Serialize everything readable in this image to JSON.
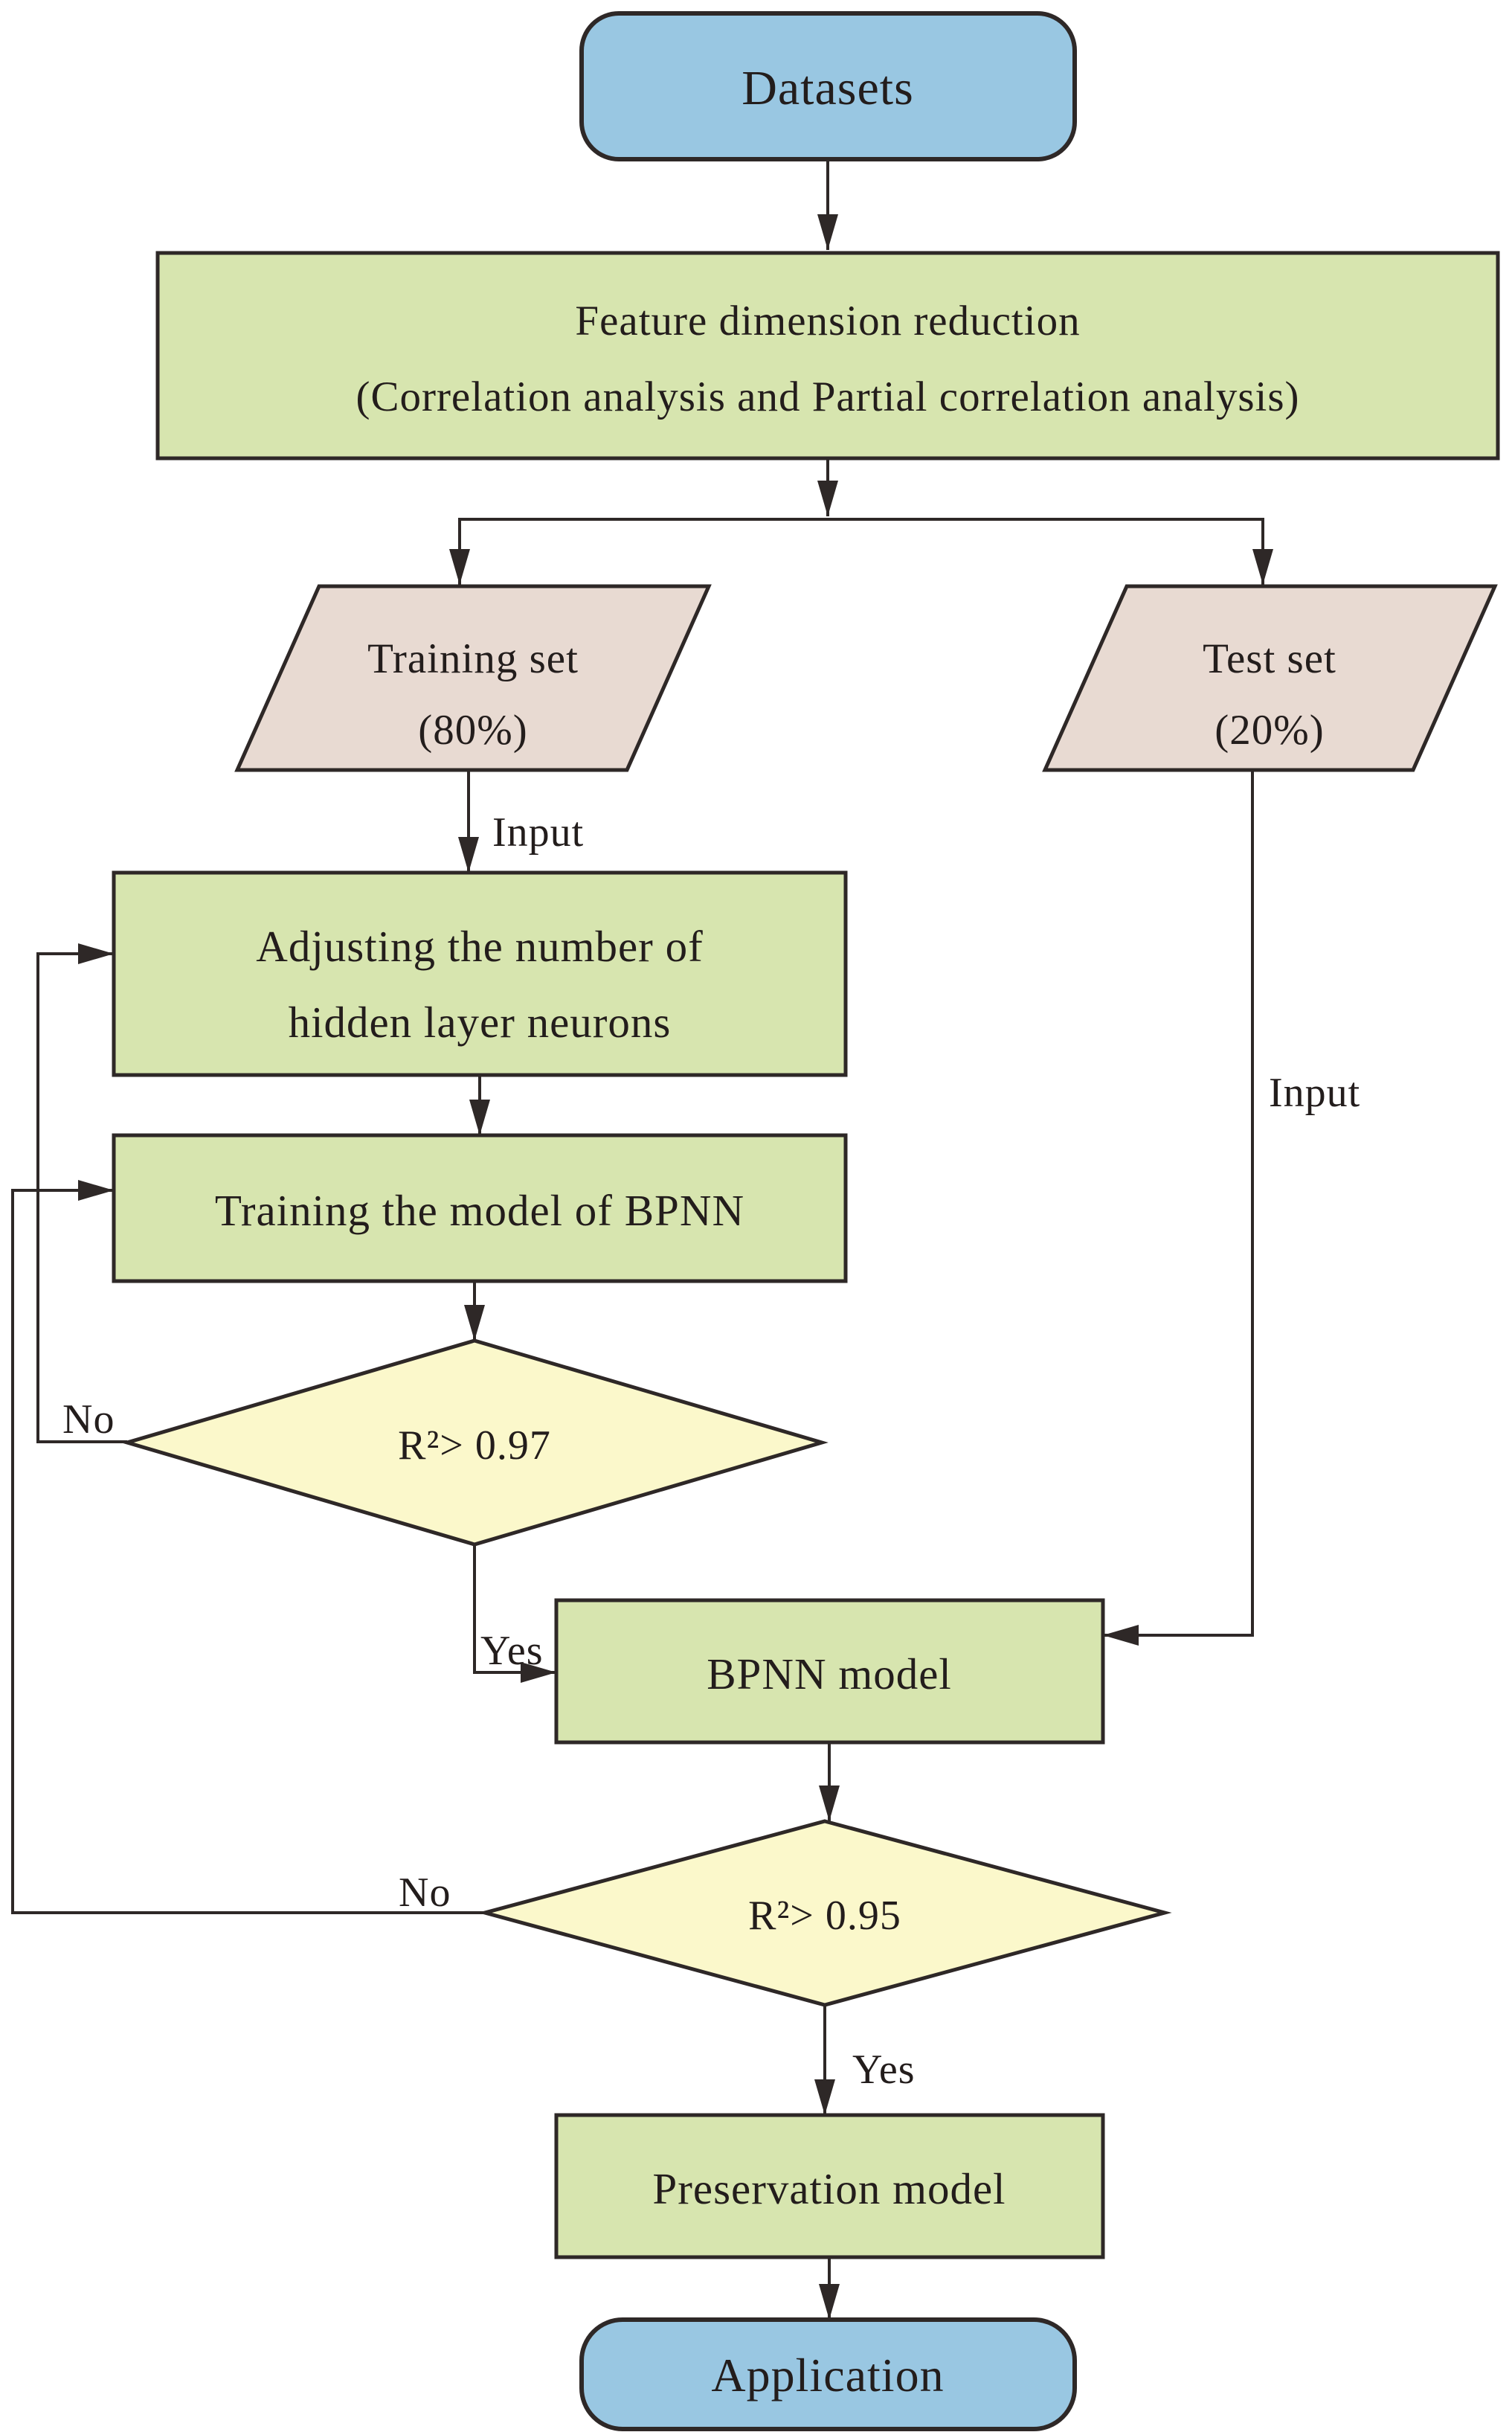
{
  "figure": {
    "type": "flowchart",
    "description": "BPNN model building workflow from datasets to application"
  },
  "colors": {
    "terminator": "#99C7E2",
    "process": "#D7E5AF",
    "data": "#E8DAD2",
    "decision": "#FBF8CB",
    "line": "#2E2827",
    "text": "#231D1C",
    "background": "#FFFFFF"
  },
  "nodes": {
    "datasets": {
      "label": "Datasets",
      "shape": "rounded-rectangle"
    },
    "feature_reduction": {
      "line1": "Feature dimension reduction",
      "line2": "(Correlation analysis and Partial correlation analysis)",
      "shape": "rectangle"
    },
    "training_set": {
      "line1": "Training set",
      "line2": "(80%)",
      "shape": "parallelogram"
    },
    "test_set": {
      "line1": "Test set",
      "line2": "(20%)",
      "shape": "parallelogram"
    },
    "adjusting_neurons": {
      "line1": "Adjusting the number of",
      "line2": "hidden layer neurons",
      "shape": "rectangle"
    },
    "training_bpnn": {
      "label": "Training the model of BPNN",
      "shape": "rectangle"
    },
    "decision_train": {
      "label": "R²> 0.97",
      "shape": "diamond"
    },
    "bpnn_model": {
      "label": "BPNN model",
      "shape": "rectangle"
    },
    "decision_test": {
      "label": "R²> 0.95",
      "shape": "diamond"
    },
    "preservation_model": {
      "label": "Preservation model",
      "shape": "rectangle"
    },
    "application": {
      "label": "Application",
      "shape": "rounded-rectangle"
    }
  },
  "edge_labels": {
    "input_train": "Input",
    "input_test": "Input",
    "decision_train_no": "No",
    "decision_train_yes": "Yes",
    "decision_test_no": "No",
    "decision_test_yes": "Yes"
  }
}
